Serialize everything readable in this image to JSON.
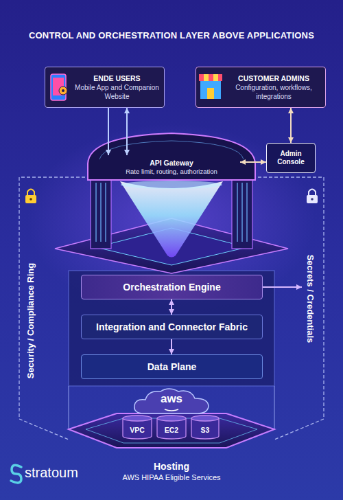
{
  "diagram": {
    "title": "CONTROL AND ORCHESTRATION LAYER ABOVE APPLICATIONS",
    "nodes": [
      {
        "text": [
          "ENDE USERS",
          "Mobile App and Companion Website"
        ]
      },
      {
        "text": [
          "CUSTOMER ADMINS",
          "Configuration, workflows, integrations"
        ]
      },
      {
        "text": [
          "Admin Console"
        ]
      },
      {
        "text": [
          "API Gateway",
          "Rate limit, routing, authorization"
        ]
      },
      {
        "text": [
          "Orchestration Engine"
        ]
      },
      {
        "text": [
          "Integration and Connector Fabric"
        ]
      },
      {
        "text": [
          "Data Plane"
        ]
      },
      {
        "text": [
          "Secrets / Credentials"
        ]
      },
      {
        "text": [
          "Hosting",
          "AWS HIPAA Eligible Services"
        ]
      },
      {
        "text": [
          "aws"
        ],
        "in": 8
      },
      {
        "text": [
          "VPC"
        ],
        "in": 8
      },
      {
        "text": [
          "EC2"
        ],
        "in": 8
      },
      {
        "text": [
          "S3"
        ],
        "in": 8
      }
    ],
    "edges": [
      {
        "from": 0,
        "to": 3,
        "arrow": "to"
      },
      {
        "from": 0,
        "to": 3,
        "arrow": "both"
      },
      {
        "from": 1,
        "to": 2,
        "arrow": "both"
      },
      {
        "from": 2,
        "to": 3,
        "arrow": "both"
      },
      {
        "from": 4,
        "to": 5,
        "arrow": "both"
      },
      {
        "from": 5,
        "to": 6,
        "arrow": "to"
      },
      {
        "from": 4,
        "to": 7,
        "arrow": "to"
      }
    ],
    "labels": [
      "Security / Compliance Ring",
      "stratoum"
    ]
  }
}
